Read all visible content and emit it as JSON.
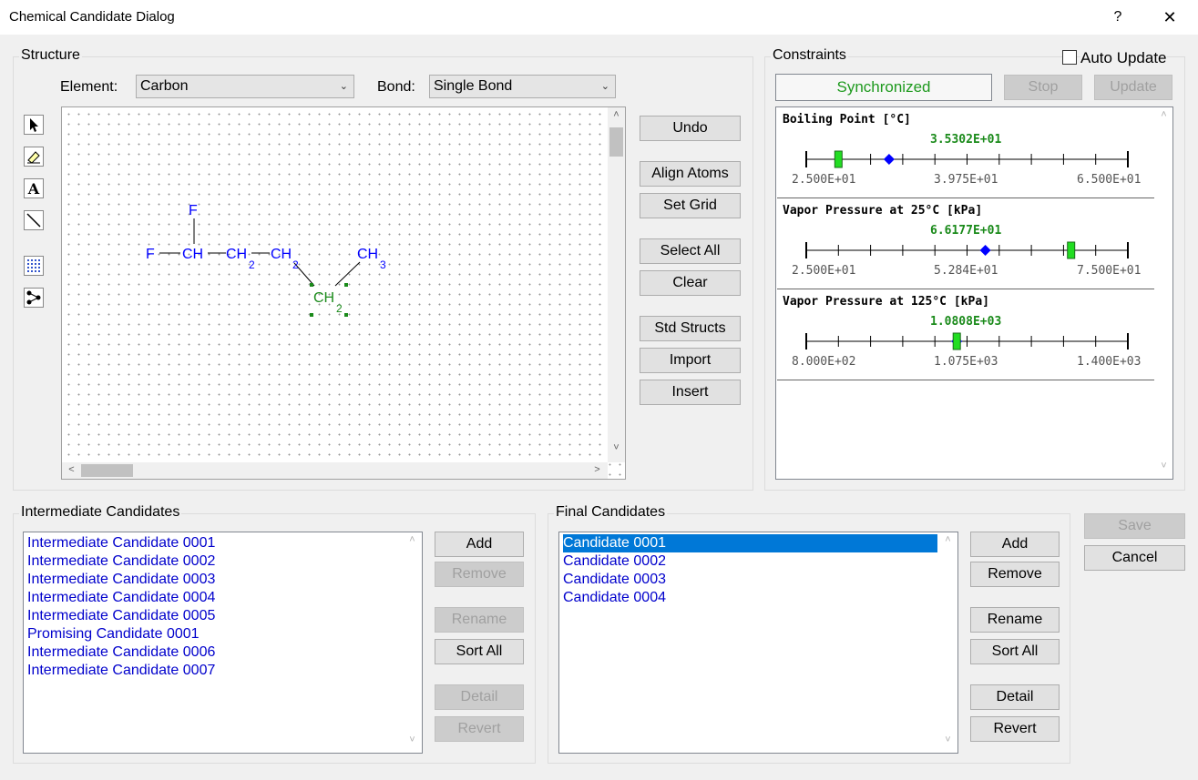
{
  "window": {
    "title": "Chemical Candidate Dialog",
    "help": "?",
    "close": "✕"
  },
  "structure": {
    "label": "Structure",
    "element_label": "Element:",
    "element_value": "Carbon",
    "bond_label": "Bond:",
    "bond_value": "Single Bond",
    "buttons": {
      "undo": "Undo",
      "align": "Align Atoms",
      "set_grid": "Set Grid",
      "select_all": "Select All",
      "clear": "Clear",
      "std_structs": "Std Structs",
      "import": "Import",
      "insert": "Insert"
    },
    "tools": [
      "select-arrow-icon",
      "eraser-icon",
      "text-tool-icon",
      "bond-line-icon",
      "grid-icon",
      "molecule-icon"
    ],
    "molecule": {
      "atoms": {
        "f_top": "F",
        "f_left": "F",
        "ch": "CH",
        "ch2a": "CH",
        "ch2a_sub": "2",
        "ch2b": "CH",
        "ch2b_sub": "2",
        "ch3": "CH",
        "ch3_sub": "3",
        "ch2_sel": "CH",
        "ch2_sel_sub": "2"
      },
      "atom_color": "#0000ff",
      "selected_color": "#1a8a1a"
    }
  },
  "constraints": {
    "label": "Constraints",
    "auto_update_label": "Auto Update",
    "auto_update_checked": false,
    "status": "Synchronized",
    "stop_label": "Stop",
    "update_label": "Update",
    "items": [
      {
        "title": "Boiling Point [°C]",
        "value": "3.5302E+01",
        "ticks": [
          "2.500E+01",
          "3.975E+01",
          "6.500E+01"
        ],
        "min": 25,
        "max": 65,
        "target": 35.302,
        "green_marker": 29
      },
      {
        "title": "Vapor Pressure at 25°C [kPa]",
        "value": "6.6177E+01",
        "ticks": [
          "2.500E+01",
          "5.284E+01",
          "7.500E+01"
        ],
        "min": 25,
        "max": 75,
        "target": 52.84,
        "green_marker": 66.177
      },
      {
        "title": "Vapor Pressure at 125°C [kPa]",
        "value": "1.0808E+03",
        "ticks": [
          "8.000E+02",
          "1.075E+03",
          "1.400E+03"
        ],
        "min": 800,
        "max": 1400,
        "target": 1080.8,
        "green_marker": 1080.8
      }
    ]
  },
  "intermediate": {
    "label": "Intermediate Candidates",
    "items": [
      "Intermediate Candidate 0001",
      "Intermediate Candidate 0002",
      "Intermediate Candidate 0003",
      "Intermediate Candidate 0004",
      "Intermediate Candidate 0005",
      "Promising Candidate 0001",
      "Intermediate Candidate 0006",
      "Intermediate Candidate 0007"
    ],
    "buttons": {
      "add": "Add",
      "remove": "Remove",
      "rename": "Rename",
      "sort_all": "Sort All",
      "detail": "Detail",
      "revert": "Revert"
    }
  },
  "final": {
    "label": "Final Candidates",
    "items": [
      "Candidate 0001",
      "Candidate 0002",
      "Candidate 0003",
      "Candidate 0004"
    ],
    "selected_index": 0,
    "buttons": {
      "add": "Add",
      "remove": "Remove",
      "rename": "Rename",
      "sort_all": "Sort All",
      "detail": "Detail",
      "revert": "Revert"
    }
  },
  "dialog": {
    "save": "Save",
    "cancel": "Cancel"
  },
  "colors": {
    "accent": "#0078d7",
    "sync_green": "#1f9a1f",
    "marker_green": "#22dd22",
    "target_blue": "#0000ff"
  }
}
